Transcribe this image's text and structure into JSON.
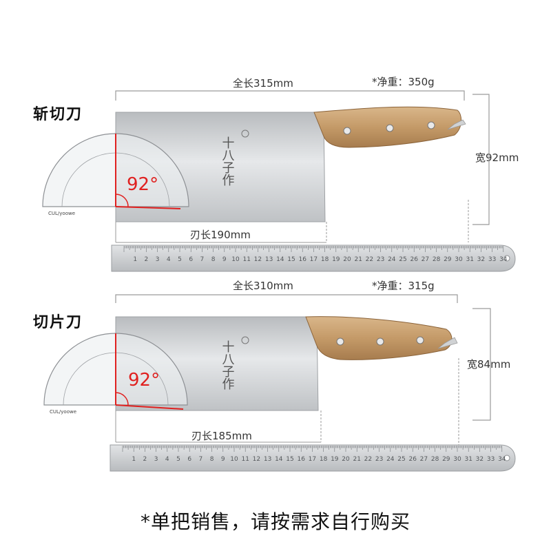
{
  "knives": [
    {
      "name": "斩切刀",
      "total_length": "全长315mm",
      "net_weight": "*净重：350g",
      "width": "宽92mm",
      "blade_length": "刃长190mm",
      "angle": "92°",
      "blade_characters": "十八子作",
      "protractor_brand": "CUL/yoowe"
    },
    {
      "name": "切片刀",
      "total_length": "全长310mm",
      "net_weight": "*净重：315g",
      "width": "宽84mm",
      "blade_length": "刃长185mm",
      "angle": "92°",
      "blade_characters": "十八子作",
      "protractor_brand": "CUL/yoowe"
    }
  ],
  "ruler": {
    "numbers": [
      "1",
      "2",
      "3",
      "4",
      "5",
      "6",
      "7",
      "8",
      "9",
      "10",
      "11",
      "12",
      "13",
      "14",
      "15",
      "16",
      "17",
      "18",
      "19",
      "20",
      "21",
      "22",
      "23",
      "24",
      "25",
      "26",
      "27",
      "28",
      "29",
      "30",
      "31",
      "32",
      "33",
      "34"
    ]
  },
  "footer": {
    "note": "*单把销售，请按需求自行购买"
  },
  "colors": {
    "angle_red": "#e0201f",
    "handle_wood": "#c9a072",
    "blade_steel": "#c8cacc",
    "ruler_steel": "#c9cbcd"
  }
}
